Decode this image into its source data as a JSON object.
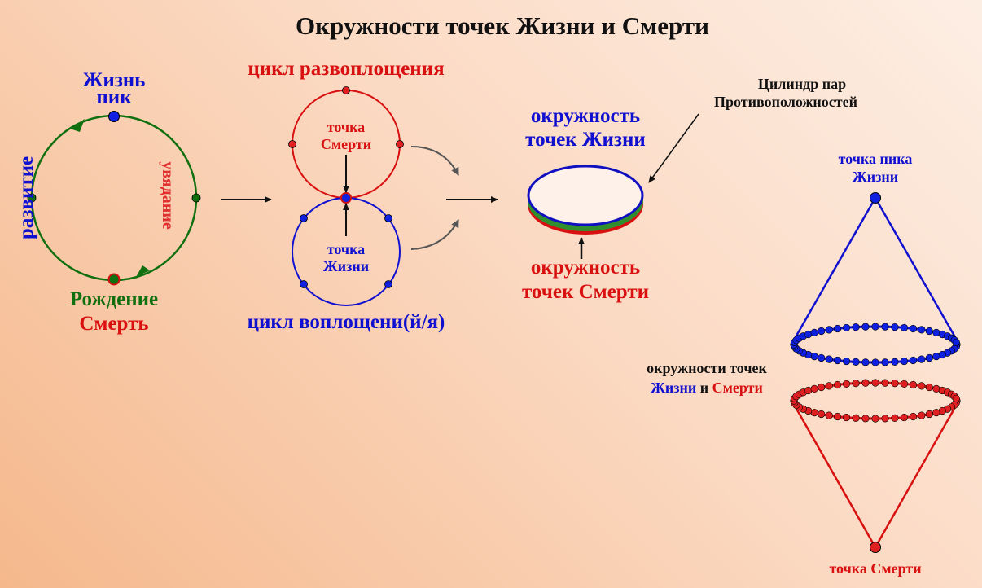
{
  "title": "Окружности точек Жизни и Смерти",
  "colors": {
    "blue": "#1010d0",
    "red": "#d81010",
    "green": "#107010",
    "black": "#111111",
    "gray": "#555555"
  },
  "cycle": {
    "peak_line1": "Жизнь",
    "peak_line2": "пик",
    "left": "развитие",
    "right": "увядание",
    "bottom_line1": "Рождение",
    "bottom_line2": "Смерть"
  },
  "middle": {
    "top_title": "цикл развоплощения",
    "top_label_line1": "точка",
    "top_label_line2": "Смерти",
    "bottom_label_line1": "точка",
    "bottom_label_line2": "Жизни",
    "bottom_title": "цикл воплощени(й/я)"
  },
  "cylinder": {
    "top_line1": "окружность",
    "top_line2": "точек Жизни",
    "bottom_line1": "окружность",
    "bottom_line2": "точек Смерти",
    "callout_line1": "Цилиндр пар",
    "callout_line2": "Противоположностей"
  },
  "cone": {
    "apex_line1": "точка пика",
    "apex_line2": "Жизни",
    "side_line1": "окружности точек",
    "side_life": "Жизни",
    "side_and": " и ",
    "side_death": "Смерти",
    "bottom": "точка Смерти"
  }
}
